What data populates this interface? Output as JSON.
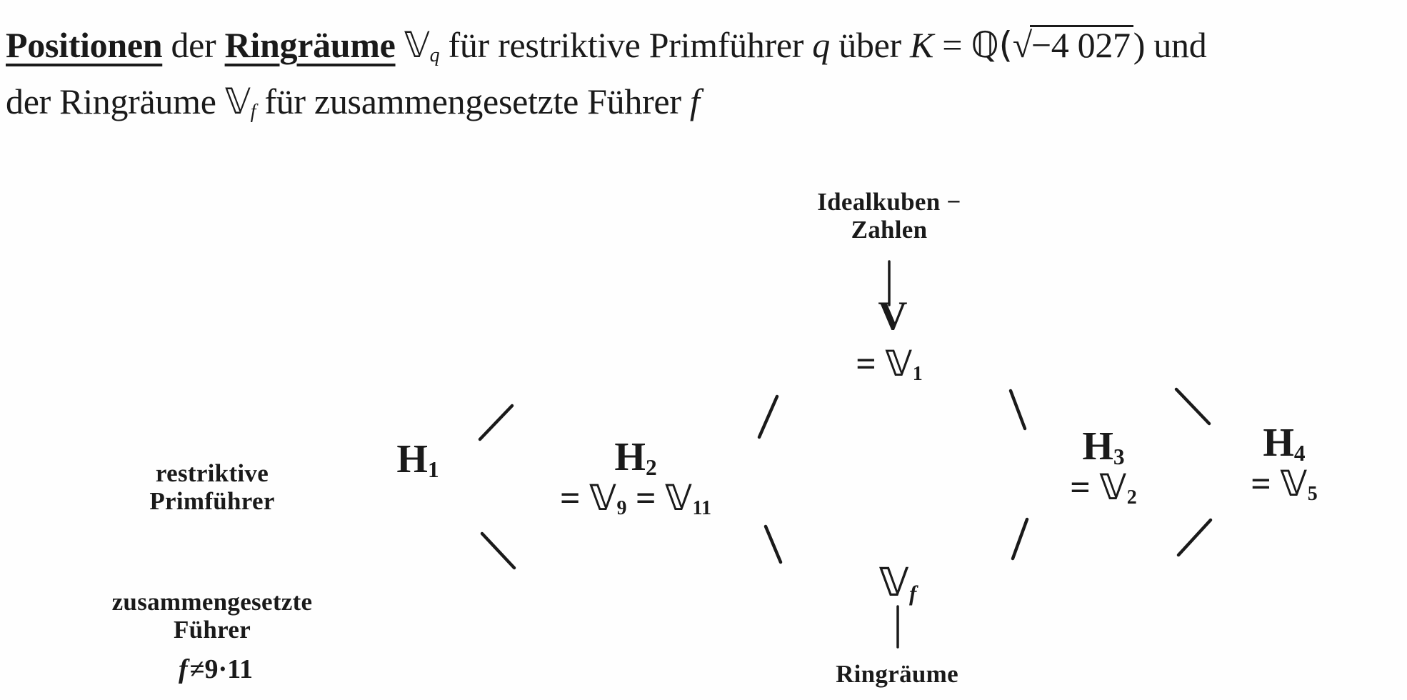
{
  "colors": {
    "ink": "#1a1a1a",
    "background": "#fefefe"
  },
  "title": {
    "line1": {
      "word_positionen": "Positionen",
      "word_der1": " der ",
      "word_ringraeume": "Ringräume",
      "v_symbol": "𝕍",
      "v_sub": "q",
      "segment_mid": " für restriktive Primführer ",
      "q_var": "q",
      "word_ueber": " über ",
      "k_var": "K",
      "equals": " = ",
      "q_field": "ℚ(",
      "sqrt_sign": "√",
      "radicand": "−4 027",
      "paren_close": ")",
      "word_und": " und"
    },
    "line2": {
      "prefix": "der Ringräume ",
      "v_symbol": "𝕍",
      "v_sub": "f",
      "segment_mid": " für zusammengesetzte Führer ",
      "f_var": "f"
    }
  },
  "diagram": {
    "top_label": {
      "line1": "Idealkuben −",
      "line2": "Zahlen"
    },
    "v_node": {
      "symbol": "V",
      "eq": "= ",
      "alias": "𝕍",
      "alias_sub": "1"
    },
    "h1": {
      "letter": "H",
      "sub": "1"
    },
    "h2": {
      "letter": "H",
      "sub": "2",
      "eq1": "= ",
      "alias1": "𝕍",
      "alias1_sub": "9",
      "eq2": " = ",
      "alias2": "𝕍",
      "alias2_sub": "11"
    },
    "h3": {
      "letter": "H",
      "sub": "3",
      "eq": "= ",
      "alias": "𝕍",
      "alias_sub": "2"
    },
    "h4": {
      "letter": "H",
      "sub": "4",
      "eq": "= ",
      "alias": "𝕍",
      "alias_sub": "5"
    },
    "vf_node": {
      "symbol": "𝕍",
      "sub": "f"
    },
    "bottom_label": "Ringräume",
    "left_labels": {
      "restrictive_line1": "restriktive",
      "restrictive_line2": "Primführer",
      "composite_line1": "zusammengesetzte",
      "composite_line2": "Führer",
      "condition_f": "f",
      "condition_rest": "≠9·11"
    }
  }
}
